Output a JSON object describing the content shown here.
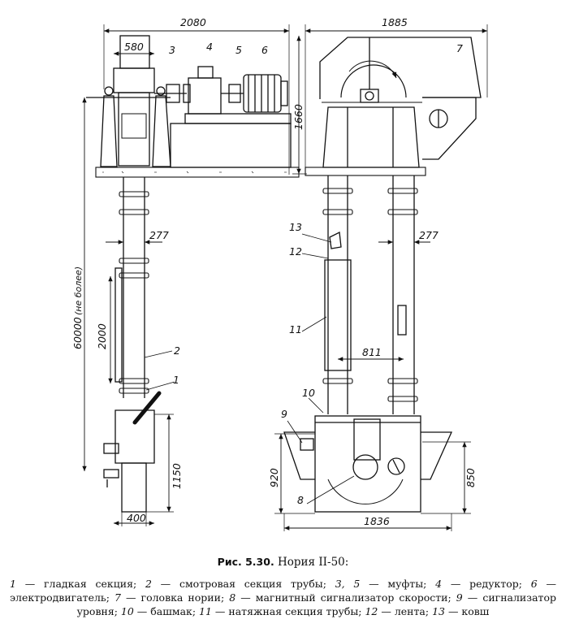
{
  "dimensions": {
    "width_total": "2080",
    "head_width": "580",
    "pipe_dia_left": "277",
    "section_len": "2000",
    "height_max": "60000",
    "height_note": "(не более)",
    "boot_h_left": "1150",
    "boot_w_left": "400",
    "width_right": "1885",
    "head_h_right": "1660",
    "pipe_dia_right": "277",
    "pipe_spacing": "811",
    "boot_h_a": "920",
    "boot_h_b": "850",
    "boot_w_right": "1836"
  },
  "callouts": {
    "c1": "1",
    "c2": "2",
    "c3": "3",
    "c4": "4",
    "c5": "5",
    "c6": "6",
    "c7": "7",
    "c8": "8",
    "c9": "9",
    "c10": "10",
    "c11": "11",
    "c12": "12",
    "c13": "13"
  },
  "caption": {
    "fig_label": "Рис. 5.30.",
    "fig_name": "Нория II-50:"
  },
  "legend": [
    {
      "num": "1",
      "text": "гладкая секция; "
    },
    {
      "num": "2",
      "text": "смотровая секция трубы; "
    },
    {
      "num": "3, 5",
      "text": "муфты; "
    },
    {
      "num": "4",
      "text": "редуктор; "
    },
    {
      "num": "6",
      "text": "электродвигатель; "
    },
    {
      "num": "7",
      "text": "головка нории; "
    },
    {
      "num": "8",
      "text": "магнитный сигнализатор скорости; "
    },
    {
      "num": "9",
      "text": "сигнализатор уровня; "
    },
    {
      "num": "10",
      "text": "башмак; "
    },
    {
      "num": "11",
      "text": "натяжная секция трубы; "
    },
    {
      "num": "12",
      "text": "лента; "
    },
    {
      "num": "13",
      "text": "ковш"
    }
  ],
  "colors": {
    "ink": "#111111",
    "paper": "#ffffff"
  }
}
